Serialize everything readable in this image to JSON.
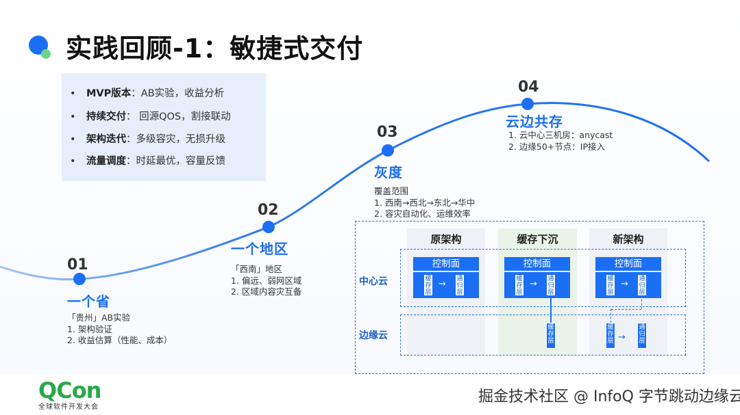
{
  "title": "实践回顾-1：敏捷式交付",
  "summary": [
    {
      "bold": "MVP版本",
      "text": "：AB实验，收益分析"
    },
    {
      "bold": "持续交付",
      "text": "：  回源QOS，割接联动"
    },
    {
      "bold": "架构迭代",
      "text": "：多级容灾，无损升级"
    },
    {
      "bold": "流量调度",
      "text": "：时延最优，容量反馈"
    }
  ],
  "bullet": "•",
  "steps": [
    {
      "num": "01",
      "title": "一个省",
      "desc": [
        "「贵州」AB实验",
        "1. 架构验证",
        "2. 收益估算（性能、成本）"
      ]
    },
    {
      "num": "02",
      "title": "一个地区",
      "desc": [
        "「西南」地区",
        "1. 偏远、弱网区域",
        "2. 区域内容灾互备"
      ]
    },
    {
      "num": "03",
      "title": "灰度",
      "desc": [
        "覆盖范围",
        "1. 西南→西北→东北→华中",
        "2. 容灾自动化、运维效率"
      ]
    },
    {
      "num": "04",
      "title": "云边共存",
      "desc": [
        "1. 云中心三机房：anycast",
        "2. 边缘50+节点：IP接入"
      ]
    }
  ],
  "diagram": {
    "columns": [
      "原架构",
      "缓存下沉",
      "新架构"
    ],
    "rows": [
      "中心云",
      "边缘云"
    ],
    "control": "控制面",
    "cache_layer": "缓存层",
    "origin_layer": "通归层"
  },
  "footer": {
    "logo": "QCon",
    "logo_sub": "全球软件开发大会",
    "watermark": "掘金技术社区 @ InfoQ 字节跳动边缘云"
  },
  "colors": {
    "accent": "#1a6ff5",
    "green": "#2aa84a",
    "title_blue": "#1b6df0"
  }
}
